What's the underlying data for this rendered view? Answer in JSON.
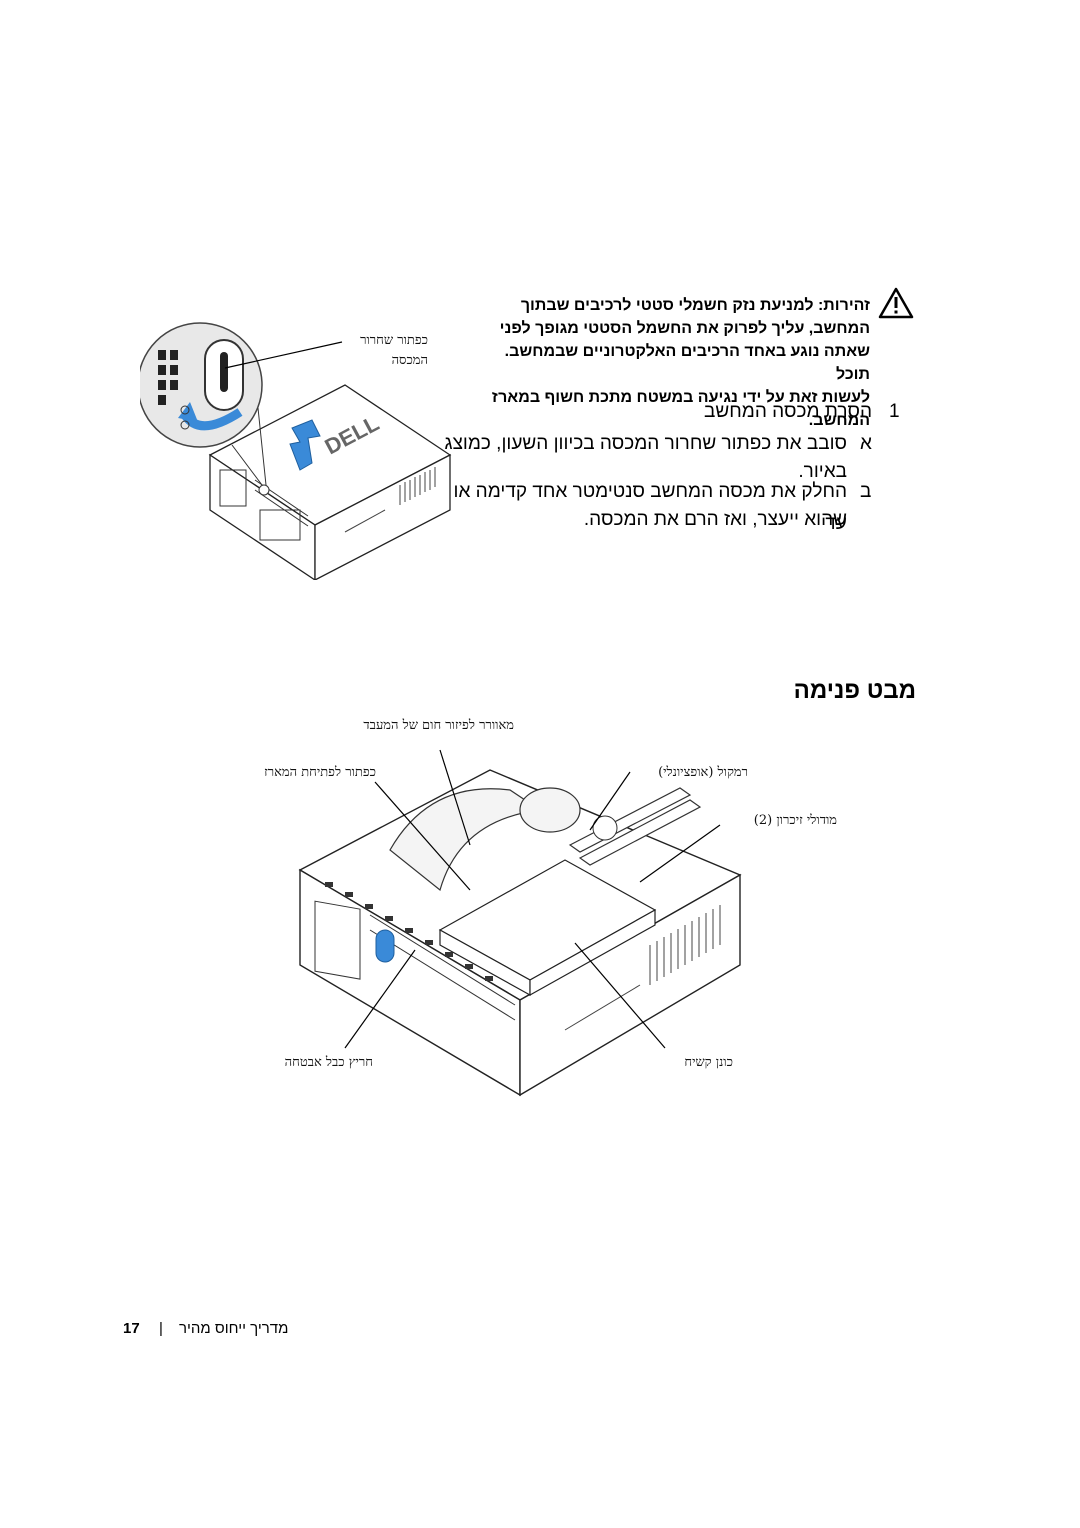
{
  "caution": {
    "icon": "caution-triangle-icon",
    "lines": [
      "זהירות: למניעת נזק חשמלי סטטי לרכיבים שבתוך",
      "המחשב, עליך לפרוק את החשמל הסטטי מגופך לפני",
      "שאתה נוגע באחד הרכיבים האלקטרוניים שבמחשב. תוכל",
      "לעשות זאת על ידי נגיעה במשטח מתכת חשוף במארז",
      "המחשב."
    ]
  },
  "steps": {
    "step1_number": "1",
    "step1_text": "הסרת מכסה המחשב",
    "a_letter": "א",
    "a_line1": "סובב את כפתור שחרור המכסה בכיוון השעון, כמוצג",
    "a_line2": "באיור.",
    "b_letter": "ב",
    "b_line1": "החלק את מכסה המחשב סנטימטר אחד קדימה או עד",
    "b_line2": "שהוא ייעצר, ואז הרם את המכסה."
  },
  "figure1": {
    "callout_line1": "כפתור שחרור",
    "callout_line2": "המכסה"
  },
  "section": {
    "heading": "מבט פנימה"
  },
  "figure2": {
    "callout_fan": "מאוורר לפיזור חום של המעבד",
    "callout_power_button": "כפתור לפתיחת המארז",
    "callout_speaker": "רמקול (אופציונלי)",
    "callout_memory": "מודולי זיכרון (2)",
    "callout_lock": "חריץ כבל אבטחה",
    "callout_drive": "כונן קשיח"
  },
  "footer": {
    "page_number": "17",
    "separator": "|",
    "title": "מדריך ייחוס מהיר"
  },
  "colors": {
    "ink": "#000000",
    "arrow_blue": "#3a8ad8",
    "gray_fill": "#e8e8e8"
  }
}
